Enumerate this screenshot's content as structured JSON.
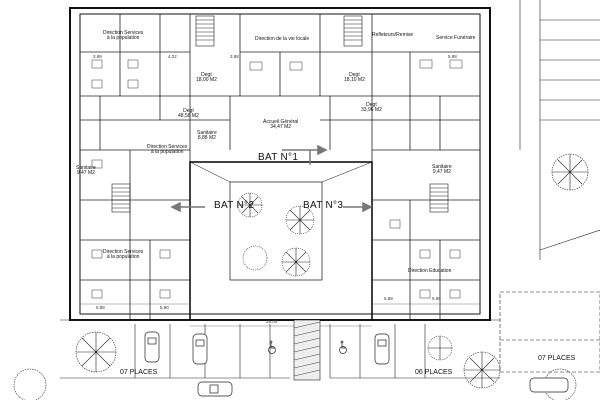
{
  "buildings": {
    "bat1": "BAT N°1",
    "bat2": "BAT N°2",
    "bat3": "BAT N°3"
  },
  "rooms": {
    "direction_pop_top": "Direction Services\nà la population",
    "direction_vie_locale": "Direction de la vie locale",
    "reflecteur": "Refleteurs/Remise",
    "service_funeraire": "Service Funéraire",
    "degt_left": "Degt\n18,00 M2",
    "degt_center": "Degt\n18,10 M2",
    "degt_mid_left": "Degt\n48,58 M2",
    "degt_right": "Degt\n33,96 M2",
    "accueil": "Accueil Général\n34,47 M2",
    "sanitaire_center": "Sanitaire\n8,88 M2",
    "direction_pop_mid": "Direction Services\nà la population",
    "sanitaire_left": "Sanitaire\n9,47 M2",
    "sanitaire_right": "Sanitaire\n9,47 M2",
    "direction_pop_low": "Direction Services\nà la population",
    "direction_education": "Direction Education"
  },
  "dimensions": {
    "d1": "3.88",
    "d2": "4.22",
    "d3": "3.88",
    "d4": "5.88",
    "d5": "5.88",
    "d6": "5.90",
    "d7": "5.88",
    "d8": "5.90",
    "d9": "25.00"
  },
  "parking": {
    "left": "07 PLACES",
    "right": "06 PLACES",
    "far_right": "07 PLACES"
  }
}
